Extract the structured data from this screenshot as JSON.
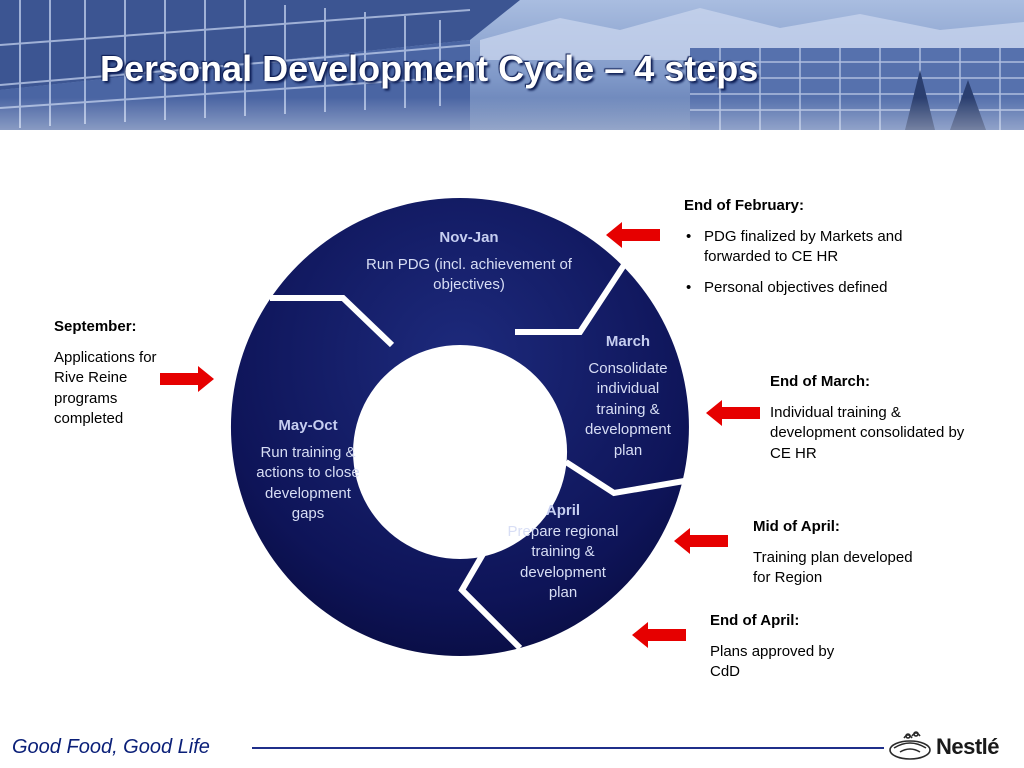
{
  "slide": {
    "title": "Personal Development Cycle – 4 steps"
  },
  "cycle": [
    {
      "phase": "Nov-Jan",
      "description": "Run PDG (incl. achievement of objectives)"
    },
    {
      "phase": "March",
      "description": "Consolidate individual training & development plan"
    },
    {
      "phase": "April",
      "description": "Prepare regional training & development plan"
    },
    {
      "phase": "May-Oct",
      "description": "Run training & actions to close development gaps"
    }
  ],
  "notes": {
    "september": {
      "heading": "September:",
      "text": "Applications for Rive Reine programs completed"
    },
    "end_feb": {
      "heading": "End of February:",
      "bullets": [
        "PDG finalized by Markets and forwarded to CE HR",
        "Personal objectives defined"
      ]
    },
    "end_march": {
      "heading": "End of March:",
      "text": "Individual training & development consolidated by CE HR"
    },
    "mid_april": {
      "heading": "Mid of April:",
      "text": "Training plan developed for Region"
    },
    "end_april": {
      "heading": "End of April:",
      "text": "Plans approved by CdD"
    }
  },
  "footer": {
    "slogan": "Good Food, Good Life",
    "logo_text": "Nestlé"
  },
  "colors": {
    "ring_dark": "#070a3a",
    "ring_light": "#1d2a7c",
    "arrow": "#e60000",
    "footer_blue": "#0a1f78"
  }
}
